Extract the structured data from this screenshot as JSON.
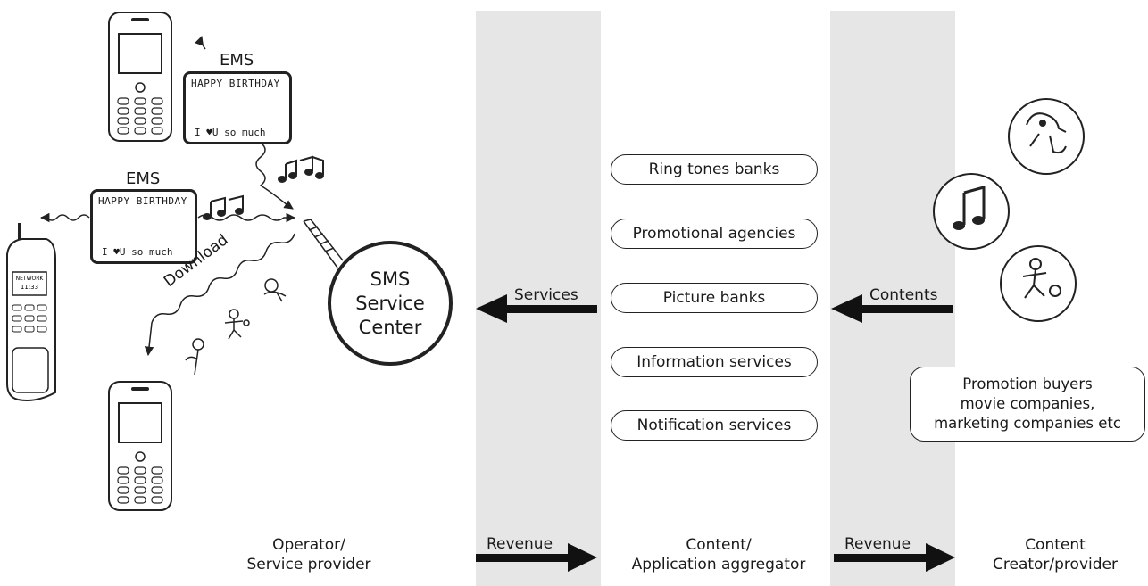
{
  "ems_top": {
    "title": "EMS",
    "card_line1": "HAPPY BIRTHDAY",
    "card_line2": "I ♥U so much"
  },
  "ems_left": {
    "title": "EMS",
    "card_line1": "HAPPY BIRTHDAY",
    "card_line2": "I ♥U so much"
  },
  "download_label": "Download",
  "sms_center": {
    "line1": "SMS",
    "line2": "Service",
    "line3": "Center"
  },
  "arrows": {
    "services": "Services",
    "contents": "Contents",
    "revenue_1": "Revenue",
    "revenue_2": "Revenue"
  },
  "aggregator_items": [
    "Ring tones banks",
    "Promotional agencies",
    "Picture banks",
    "Information services",
    "Notification services"
  ],
  "promotion_box": {
    "line1": "Promotion buyers",
    "line2": "movie companies,",
    "line3": "marketing companies etc"
  },
  "columns": {
    "operator": {
      "line1": "Operator/",
      "line2": "Service provider"
    },
    "aggregator": {
      "line1": "Content/",
      "line2": "Application aggregator"
    },
    "creator": {
      "line1": "Content",
      "line2": "Creator/provider"
    }
  },
  "phones": {
    "network_text": "NETWORK",
    "time_text": "11:33"
  },
  "colors": {
    "band": "#e6e6e6",
    "ink": "#222222"
  }
}
